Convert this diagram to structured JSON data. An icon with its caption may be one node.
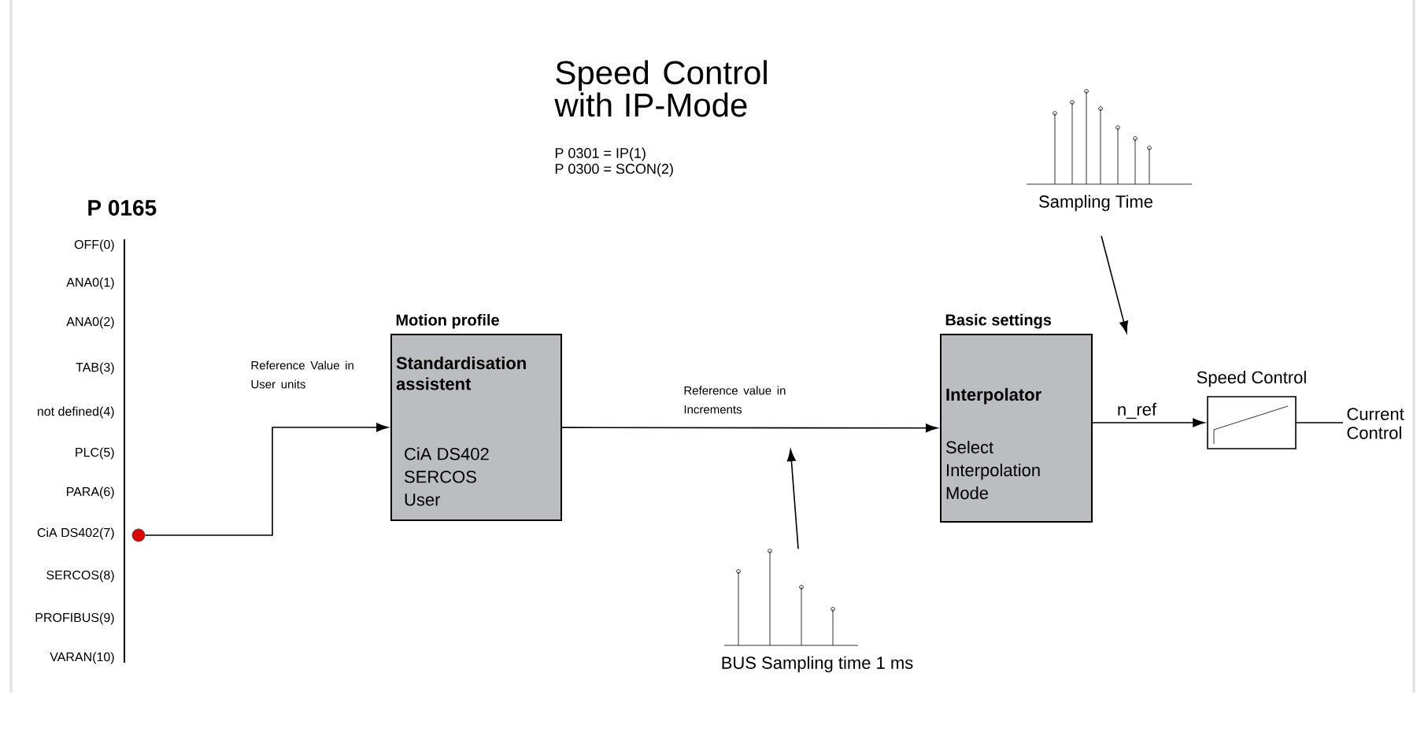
{
  "diagram": {
    "title": "Speed Control with IP-Mode",
    "nodes": [
      {
        "text": [],
        "shape": "circle"
      },
      {
        "text": [
          "Motion profile",
          "Standardisation assistent",
          "CiA DS402 SERCOS User"
        ]
      },
      {
        "text": [
          "Basic settings",
          "Interpolator",
          "Select Interpolation Mode"
        ]
      },
      {
        "text": [
          "Speed Control"
        ]
      },
      {
        "text": [
          "Current Control"
        ]
      },
      {
        "text": [
          "Sampling Time"
        ]
      },
      {
        "text": [
          "BUS Sampling time 1 ms"
        ]
      }
    ],
    "edges": [
      {
        "from": 0,
        "to": 1,
        "arrow": "to",
        "label": "Reference Value in User units"
      },
      {
        "from": 1,
        "to": 2,
        "arrow": "to",
        "label": "Reference value in Increments"
      },
      {
        "from": 2,
        "to": 3,
        "arrow": "to",
        "label": "n_ref"
      },
      {
        "from": 3,
        "to": 4,
        "arrow": "none"
      },
      {
        "from": 5,
        "to": null,
        "arrow": "to"
      },
      {
        "from": 6,
        "to": null,
        "arrow": "to"
      }
    ],
    "labels": [
      "P 0301 = IP(1)",
      "P 0300 = SCON(2)",
      "P 0165",
      "OFF(0)",
      "ANA0(1)",
      "ANA0(2)",
      "TAB(3)",
      "not defined(4)",
      "PLC(5)",
      "PARA(6)",
      "CiA DS402(7)",
      "SERCOS(8)",
      "PROFIBUS(9)",
      "VARAN(10)"
    ]
  }
}
